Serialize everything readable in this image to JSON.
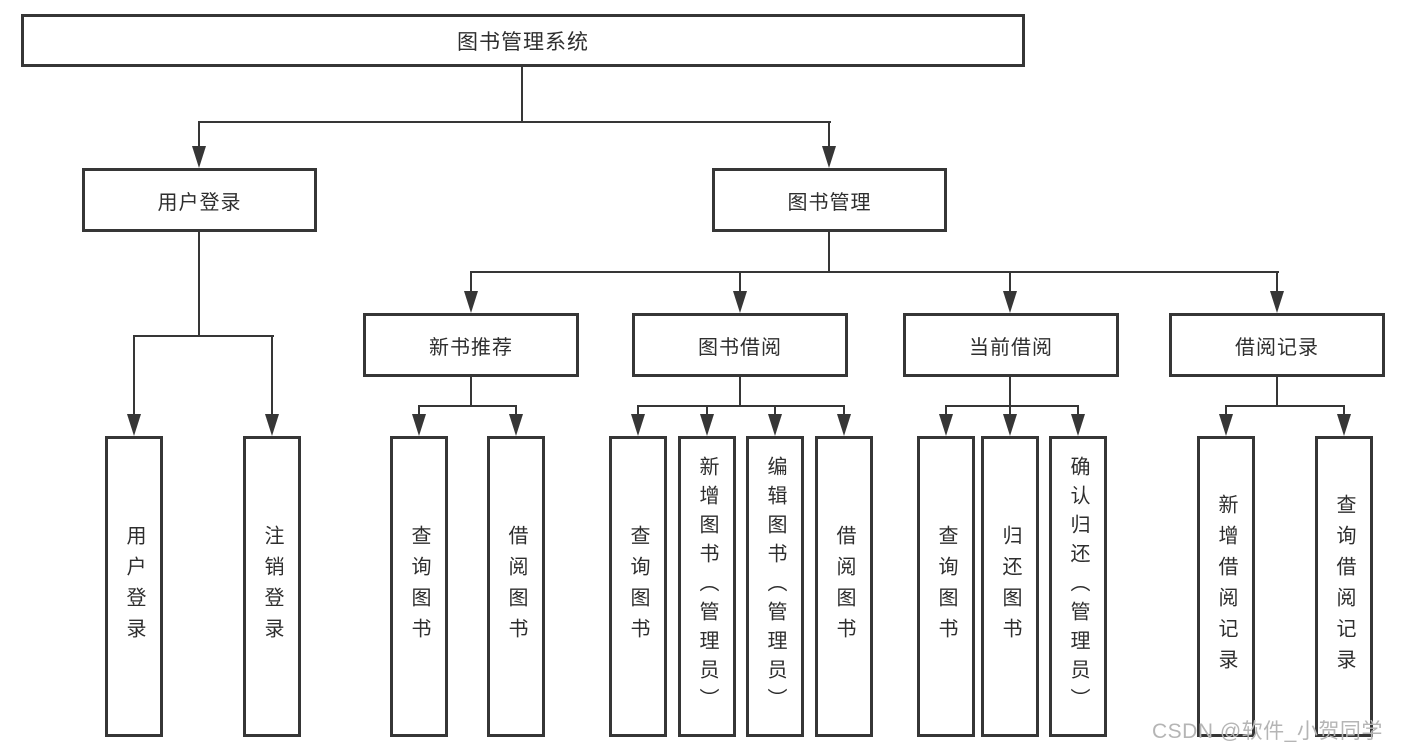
{
  "diagram": {
    "title_node": {
      "label": "图书管理系统"
    },
    "level2": [
      {
        "label": "用户登录"
      },
      {
        "label": "图书管理"
      }
    ],
    "level3": [
      {
        "label": "新书推荐"
      },
      {
        "label": "图书借阅"
      },
      {
        "label": "当前借阅"
      },
      {
        "label": "借阅记录"
      }
    ],
    "leaves": [
      {
        "label": "用户登录",
        "parent": "用户登录"
      },
      {
        "label": "注销登录",
        "parent": "用户登录"
      },
      {
        "label": "查询图书",
        "parent": "新书推荐"
      },
      {
        "label": "借阅图书",
        "parent": "新书推荐"
      },
      {
        "label": "查询图书",
        "parent": "图书借阅"
      },
      {
        "label": "新增图书（管理员）",
        "parent": "图书借阅"
      },
      {
        "label": "编辑图书（管理员）",
        "parent": "图书借阅"
      },
      {
        "label": "借阅图书",
        "parent": "图书借阅"
      },
      {
        "label": "查询图书",
        "parent": "当前借阅"
      },
      {
        "label": "归还图书",
        "parent": "当前借阅"
      },
      {
        "label": "确认归还（管理员）",
        "parent": "当前借阅"
      },
      {
        "label": "新增借阅记录",
        "parent": "借阅记录"
      },
      {
        "label": "查询借阅记录",
        "parent": "借阅记录"
      }
    ],
    "colors": {
      "line": "#363636",
      "text": "#2e2e2e",
      "watermark_text": "#b5b5b5",
      "background": "#ffffff"
    }
  },
  "watermark": {
    "text": "CSDN @软件_小贺同学"
  }
}
